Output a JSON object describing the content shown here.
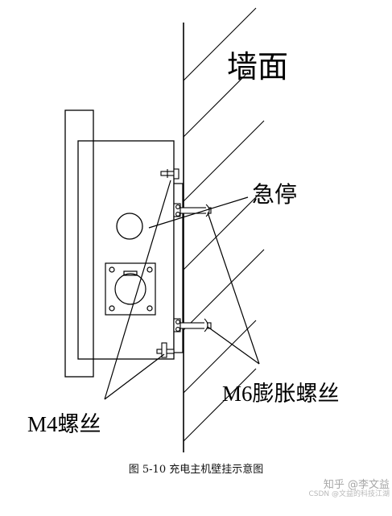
{
  "labels": {
    "wall": "墙面",
    "estop": "急停",
    "m6": "M6膨胀螺丝",
    "m4": "M4螺丝"
  },
  "caption": "图 5-10  充电主机壁挂示意图",
  "watermark": {
    "zhihu": "知乎 @李文益",
    "csdn": "CSDN @文益的科技江湖"
  }
}
